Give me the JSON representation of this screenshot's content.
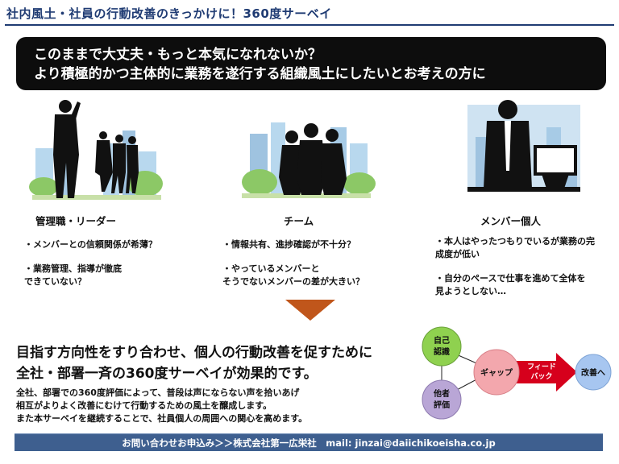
{
  "title": "社内風土・社員の行動改善のきっかけに！360度サーベイ",
  "banner": {
    "line1": "このままで大丈夫・もっと本気になれないか？",
    "line2": "より積極的かつ主体的に業務を遂行する組織風土にしたいとお考えの方に"
  },
  "columns": [
    {
      "heading": "管理職・リーダー",
      "points": [
        "・メンバーとの信頼関係が希薄？",
        "・業務管理、指導が徹底\n できていない？"
      ]
    },
    {
      "heading": "チーム",
      "points": [
        "・情報共有、進捗確認が不十分？",
        "・やっているメンバーと\n そうでないメンバーの差が大きい？"
      ]
    },
    {
      "heading": "メンバー個人",
      "points": [
        "・本人はやったつもりでいるが業務の完\n成度が低い",
        "・自分のペースで仕事を進めて全体を\n見ようとしない…"
      ]
    }
  ],
  "message": {
    "line1": "目指す方向性をすり合わせ、個人の行動改善を促すために",
    "line2": "全社・部署一斉の360度サーベイが効果的です。"
  },
  "body": {
    "line1": "全社、部署での360度評価によって、普段は声にならない声を拾いあげ",
    "line2": "相互がよりよく改善にむけて行動するための風土を醸成します。",
    "line3": "また本サーベイを継続することで、社員個人の周囲への関心を高めます。"
  },
  "diagram": {
    "self_line1": "自己",
    "self_line2": "認識",
    "other_line1": "他者",
    "other_line2": "評価",
    "gap": "ギャップ",
    "feedback_line1": "フィード",
    "feedback_line2": "バック",
    "improve": "改善へ"
  },
  "footer": "お問い合わせお申込み＞＞株式会社第一広栄社　mail: jinzai@daiichikoeisha.co.jp",
  "colors": {
    "title": "#1f3b73",
    "banner_bg": "#0d0d0d",
    "arrow": "#c0561b",
    "self_node": "#8fd14f",
    "other_node": "#b9a6d6",
    "gap_node": "#f3a7ad",
    "feedback_arrow": "#d6001c",
    "improve_node": "#a7c6f0",
    "footer_bg": "#3e5f8f"
  }
}
